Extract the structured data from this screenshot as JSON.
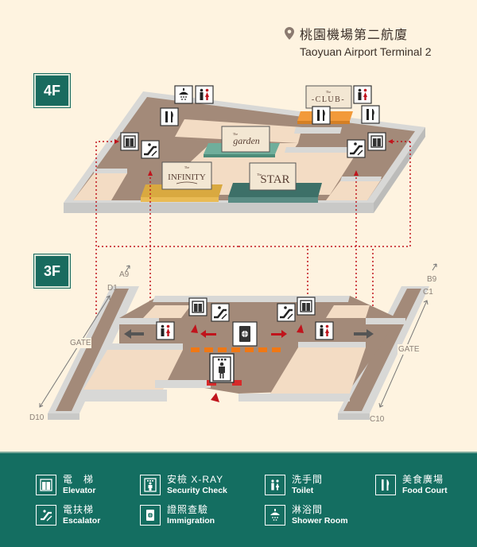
{
  "header": {
    "icon": "location-pin-icon",
    "title_zh": "桃園機場第二航廈",
    "title_en": "Taoyuan Airport Terminal 2"
  },
  "floors": {
    "upper": {
      "label": "4F",
      "venues": [
        {
          "name": "The Infinity",
          "display": "INFINITY",
          "prefix": "The",
          "color": "#d9a940"
        },
        {
          "name": "The Garden",
          "display": "garden",
          "prefix": "The",
          "color": "#6fae9b"
        },
        {
          "name": "The Star",
          "display": "STAR",
          "prefix": "The",
          "color": "#3d7068"
        },
        {
          "name": "The Club",
          "display": "-CLUB-",
          "prefix": "The",
          "color": "#f29a3a"
        }
      ],
      "icons": [
        "shower-icon",
        "toilet-icon",
        "food-court-icon",
        "elevator-icon",
        "escalator-icon",
        "toilet-icon",
        "food-court-icon",
        "food-court-icon",
        "elevator-icon",
        "escalator-icon"
      ]
    },
    "lower": {
      "label": "3F",
      "left_gate": {
        "label": "GATE",
        "start": "D1",
        "end": "D10",
        "extra": "A9"
      },
      "right_gate": {
        "label": "GATE",
        "start": "C1",
        "end": "C10",
        "extra": "B9"
      },
      "icons": [
        "elevator-icon",
        "escalator-icon",
        "toilet-icon",
        "immigration-icon",
        "security-check-icon",
        "escalator-icon",
        "elevator-icon",
        "toilet-icon"
      ]
    }
  },
  "colors": {
    "background": "#fef3e0",
    "floor": "#a38a79",
    "wall": "#d8d8d6",
    "room": "#f3dcc4",
    "accent_green": "#146e61",
    "route_red": "#c0141c",
    "orange": "#f07814"
  },
  "legend": {
    "items": [
      {
        "icon": "elevator-icon",
        "zh": "電　梯",
        "en": "Elevator"
      },
      {
        "icon": "escalator-icon",
        "zh": "電扶梯",
        "en": "Escalator"
      },
      {
        "icon": "security-check-icon",
        "zh": "安檢 X-RAY",
        "en": "Security Check"
      },
      {
        "icon": "immigration-icon",
        "zh": "證照查驗",
        "en": "Immigration"
      },
      {
        "icon": "toilet-icon",
        "zh": "洗手間",
        "en": "Toilet"
      },
      {
        "icon": "shower-icon",
        "zh": "淋浴間",
        "en": "Shower Room"
      },
      {
        "icon": "food-court-icon",
        "zh": "美食廣場",
        "en": "Food Court"
      }
    ]
  }
}
